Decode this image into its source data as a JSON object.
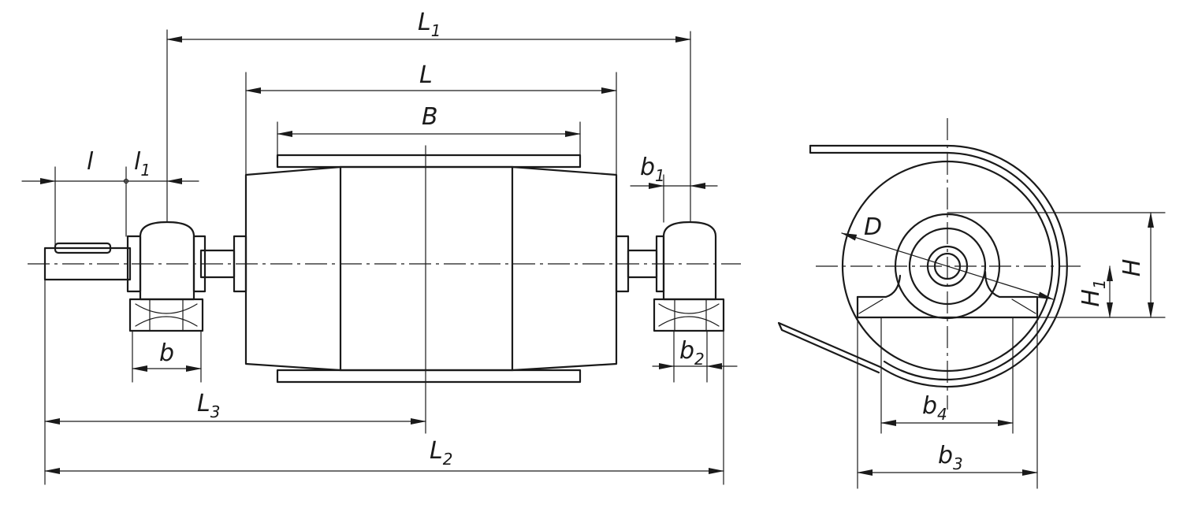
{
  "labels": {
    "L1": {
      "main": "L",
      "sub": "1"
    },
    "L": {
      "main": "L",
      "sub": ""
    },
    "B": {
      "main": "B",
      "sub": ""
    },
    "l": {
      "main": "l",
      "sub": ""
    },
    "l1": {
      "main": "l",
      "sub": "1"
    },
    "b1": {
      "main": "b",
      "sub": "1"
    },
    "b": {
      "main": "b",
      "sub": ""
    },
    "b2": {
      "main": "b",
      "sub": "2"
    },
    "L3": {
      "main": "L",
      "sub": "3"
    },
    "L2": {
      "main": "L",
      "sub": "2"
    },
    "D": {
      "main": "D",
      "sub": ""
    },
    "H": {
      "main": "H",
      "sub": ""
    },
    "H1": {
      "main": "H",
      "sub": "1"
    },
    "b4": {
      "main": "b",
      "sub": "4"
    },
    "b3": {
      "main": "b",
      "sub": "3"
    }
  }
}
